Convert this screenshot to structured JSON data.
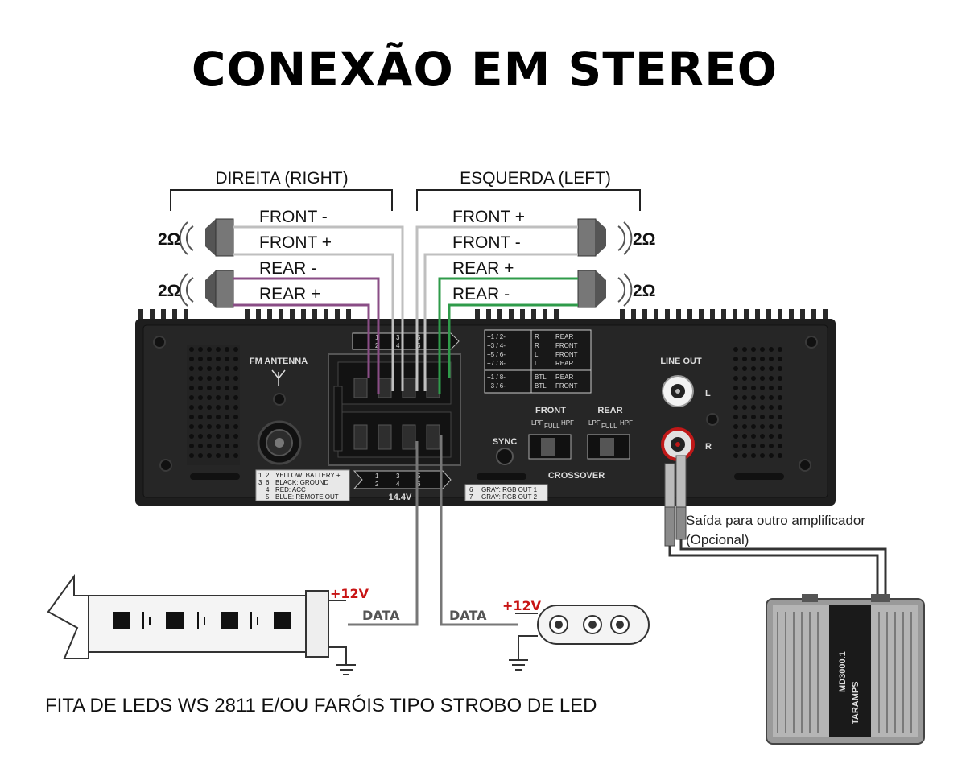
{
  "title": "CONEXÃO EM STEREO",
  "groups": {
    "right": "DIREITA (RIGHT)",
    "left": "ESQUERDA (LEFT)"
  },
  "ohms": {
    "r_front": "2Ω",
    "r_rear": "2Ω",
    "l_front": "2Ω",
    "l_rear": "2Ω"
  },
  "wires": {
    "right": [
      "FRONT -",
      "FRONT +",
      "REAR -",
      "REAR +"
    ],
    "left": [
      "FRONT +",
      "FRONT -",
      "REAR +",
      "REAR -"
    ]
  },
  "unit": {
    "fm_antenna": "FM ANTENNA",
    "line_out": "LINE OUT",
    "line_l": "L",
    "line_r": "R",
    "sync": "SYNC",
    "front": "FRONT",
    "rear": "REAR",
    "lpf": "LPF",
    "full": "FULL",
    "hpf": "HPF",
    "crossover": "CROSSOVER",
    "voltage": "14.4V",
    "pin_top": [
      "1",
      "3",
      "5",
      "2",
      "4",
      "6"
    ],
    "pin_bottom": [
      "1",
      "3",
      "5",
      "2",
      "4",
      "6"
    ],
    "power_legend": [
      "1",
      "2",
      "YELLOW: BATTERY +",
      "3",
      "6",
      "BLACK: GROUND",
      "4",
      "RED: ACC",
      "5",
      "BLUE: REMOTE OUT"
    ],
    "rgb_legend": [
      "6",
      "GRAY: RGB OUT 1",
      "7",
      "GRAY: RGB OUT 2"
    ],
    "speaker_map": [
      "+1 / 2-",
      "R",
      "REAR",
      "+3 / 4-",
      "R",
      "FRONT",
      "+5 / 6-",
      "L",
      "FRONT",
      "+7 / 8-",
      "L",
      "REAR",
      "+1 / 8-",
      "BTL",
      "REAR",
      "+3 / 6-",
      "BTL",
      "FRONT"
    ]
  },
  "output_note": [
    "Saída para outro amplificador",
    "(Opcional)"
  ],
  "data_labels": [
    "DATA",
    "DATA"
  ],
  "voltages": [
    "+12V",
    "+12V"
  ],
  "bottom_text": "FITA DE LEDS WS 2811 E/OU FARÓIS TIPO STROBO DE LED",
  "amp_brand": "TARAMPS",
  "amp_model": "MD3000.1"
}
